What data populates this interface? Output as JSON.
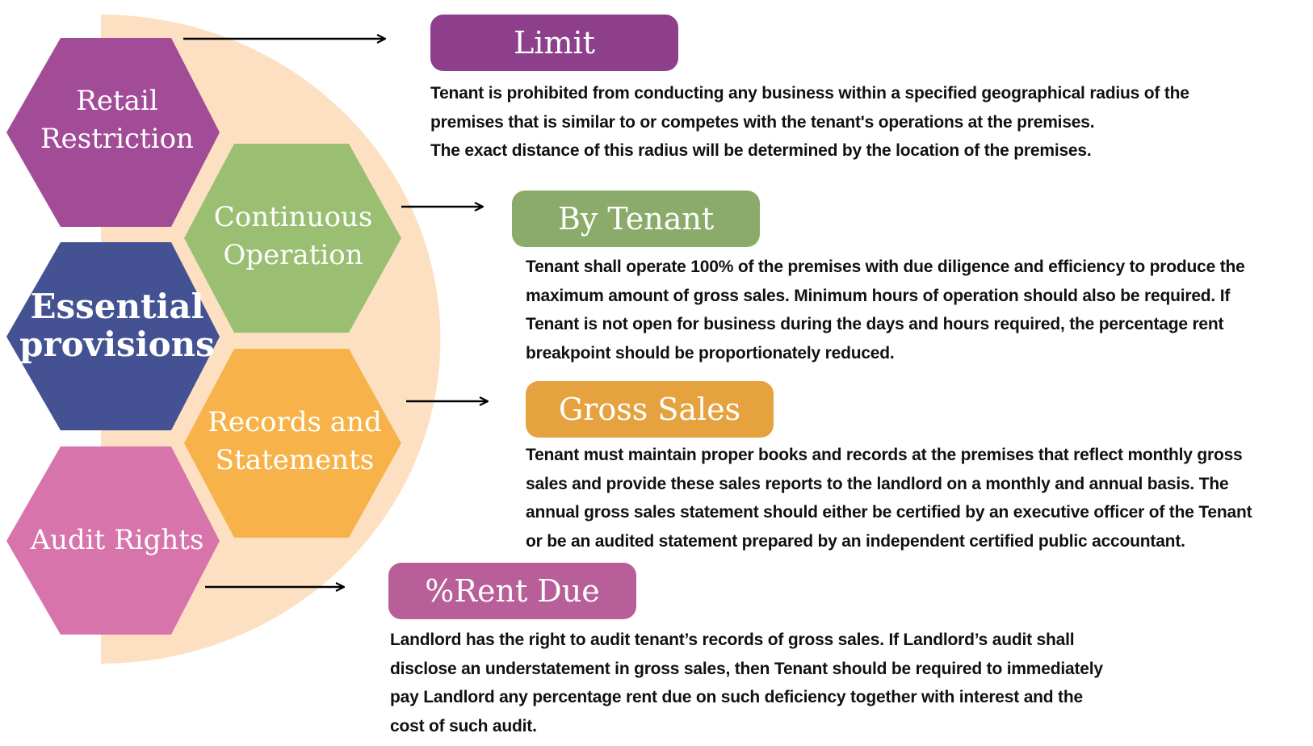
{
  "center": {
    "line1": "Essential",
    "line2": "provisions"
  },
  "hexagons": [
    {
      "id": "retail",
      "lines": [
        "Retail",
        "Restriction"
      ],
      "color": "#A24C98"
    },
    {
      "id": "continuous",
      "lines": [
        "Continuous",
        "Operation"
      ],
      "color": "#9ABF72"
    },
    {
      "id": "records",
      "lines": [
        "Records and",
        "Statements"
      ],
      "color": "#F7B34A"
    },
    {
      "id": "audit",
      "lines": [
        "Audit Rights"
      ],
      "color": "#D874AC"
    }
  ],
  "center_color": "#445293",
  "background_color": "#FDE0C2",
  "sections": [
    {
      "title": "Limit",
      "color": "#8E3F8B",
      "lines": [
        "Tenant is prohibited from conducting any business within a specified geographical radius of the",
        "premises that is similar to or competes with the tenant's operations at the premises.",
        "The exact distance of this radius will be determined by the location of the premises."
      ]
    },
    {
      "title": "By Tenant",
      "color": "#8BAB6B",
      "lines": [
        "Tenant shall operate 100% of the premises with due diligence and efficiency to produce the",
        "maximum amount of gross sales. Minimum hours of operation should also be required. If",
        "Tenant is not open for business during the days and hours required, the percentage rent",
        "breakpoint should be proportionately reduced."
      ]
    },
    {
      "title": "Gross Sales",
      "color": "#E5A23F",
      "lines": [
        "Tenant must maintain proper books and records at the premises that reflect monthly gross",
        "sales and provide these sales reports to the landlord on a monthly and annual basis. The",
        "annual gross sales statement should either be certified by an executive officer of the Tenant",
        "or be an audited statement prepared by an independent certified public accountant."
      ]
    },
    {
      "title": "%Rent Due",
      "color": "#B85E98",
      "lines": [
        "Landlord has the right to audit tenant’s records of gross sales. If Landlord’s audit shall",
        "disclose an understatement in gross sales, then Tenant should be required to immediately",
        "pay Landlord any percentage rent due on such deficiency together with interest and the",
        "cost of such audit."
      ]
    }
  ]
}
